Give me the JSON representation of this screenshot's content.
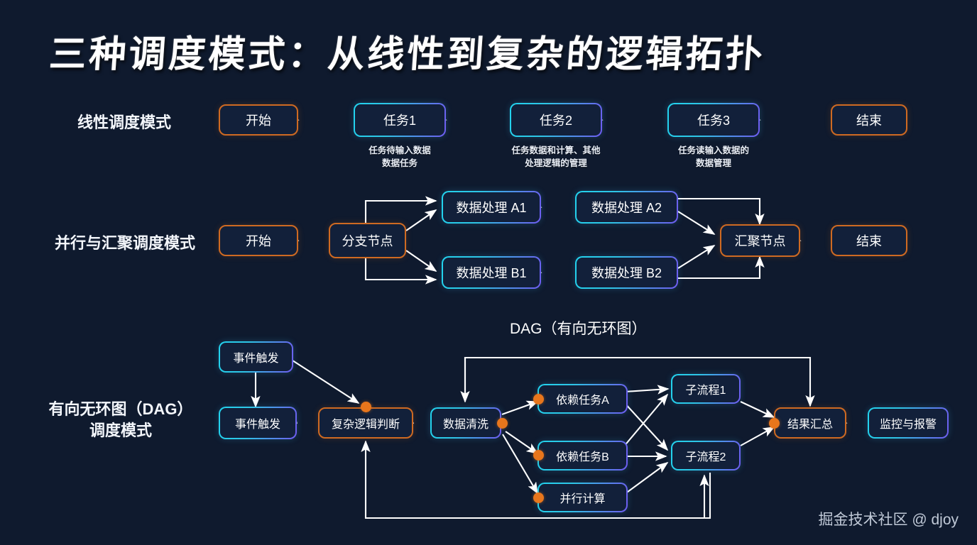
{
  "page": {
    "title": "三种调度模式：从线性到复杂的逻辑拓扑",
    "background_color": "#0f1a2e",
    "accent_orange": "#cf6a22",
    "accent_cyan": "#22d3ee",
    "accent_purple": "#6f5bf0",
    "watermark": "掘金技术社区 @ djoy"
  },
  "rows": {
    "linear": {
      "label": "线性调度模式",
      "nodes": [
        {
          "text": "开始",
          "style": "orange"
        },
        {
          "text": "任务1",
          "style": "grad"
        },
        {
          "text": "任务2",
          "style": "grad"
        },
        {
          "text": "任务3",
          "style": "grad"
        },
        {
          "text": "结束",
          "style": "orange"
        }
      ],
      "captions": [
        "任务待输入数据\n数据任务",
        "任务数据和计算、其他\n处理逻辑的管理",
        "任务读输入数据的\n数据管理"
      ],
      "caption_lines": [
        {
          "l1": "任务待输入数据",
          "l2": "数据任务"
        },
        {
          "l1": "任务数据和计算、其他",
          "l2": "处理逻辑的管理"
        },
        {
          "l1": "任务读输入数据的",
          "l2": "数据管理"
        }
      ]
    },
    "parallel": {
      "label": "并行与汇聚调度模式",
      "nodes": [
        {
          "text": "开始",
          "style": "orange"
        },
        {
          "text": "分支节点",
          "style": "orange"
        },
        {
          "text": "数据处理 A1",
          "style": "grad"
        },
        {
          "text": "数据处理 A2",
          "style": "grad"
        },
        {
          "text": "数据处理 B1",
          "style": "grad"
        },
        {
          "text": "数据处理 B2",
          "style": "grad"
        },
        {
          "text": "汇聚节点",
          "style": "orange"
        },
        {
          "text": "结束",
          "style": "orange"
        }
      ]
    },
    "dag": {
      "section_title": "DAG（有向无环图）",
      "label_line1": "有向无环图（DAG）",
      "label_line2": "调度模式",
      "nodes": [
        {
          "text": "事件触发",
          "style": "grad"
        },
        {
          "text": "事件触发",
          "style": "grad"
        },
        {
          "text": "复杂逻辑判断",
          "style": "orange"
        },
        {
          "text": "数据清洗",
          "style": "grad"
        },
        {
          "text": "依赖任务A",
          "style": "grad"
        },
        {
          "text": "依赖任务B",
          "style": "grad"
        },
        {
          "text": "并行计算",
          "style": "grad"
        },
        {
          "text": "子流程1",
          "style": "grad"
        },
        {
          "text": "子流程2",
          "style": "grad"
        },
        {
          "text": "结果汇总",
          "style": "orange"
        },
        {
          "text": "监控与报警",
          "style": "grad"
        }
      ]
    }
  }
}
